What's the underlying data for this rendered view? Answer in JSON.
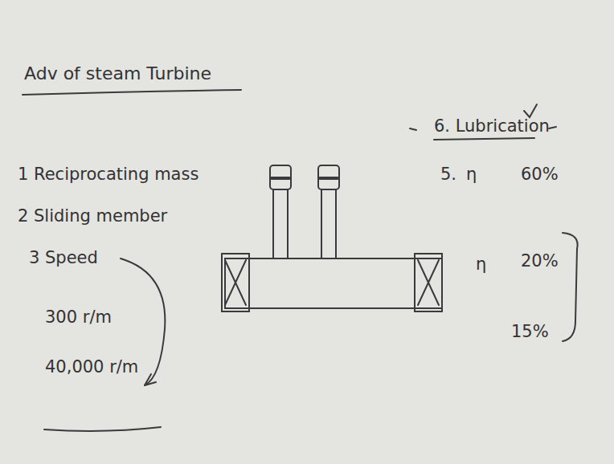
{
  "diagram": {
    "title": "Adv of steam Turbine",
    "labels": [
      "1 Reciprocating mass",
      "2 Sliding member",
      "3 Speed",
      "300 r/m",
      "40,000 r/m",
      "6. Lubrication",
      "5.",
      "η",
      "60%",
      "η",
      "20%",
      "15%"
    ]
  }
}
